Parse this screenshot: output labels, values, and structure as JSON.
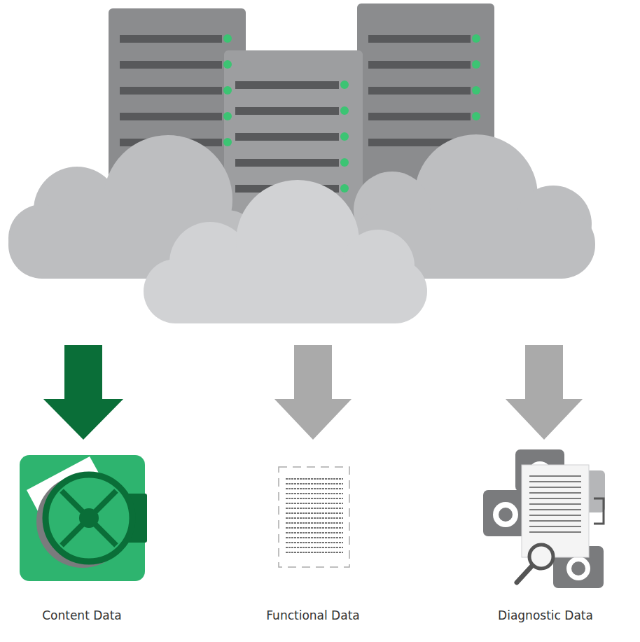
{
  "diagram": {
    "labels": [
      "Content Data",
      "Functional Data",
      "Diagnostic Data"
    ]
  }
}
